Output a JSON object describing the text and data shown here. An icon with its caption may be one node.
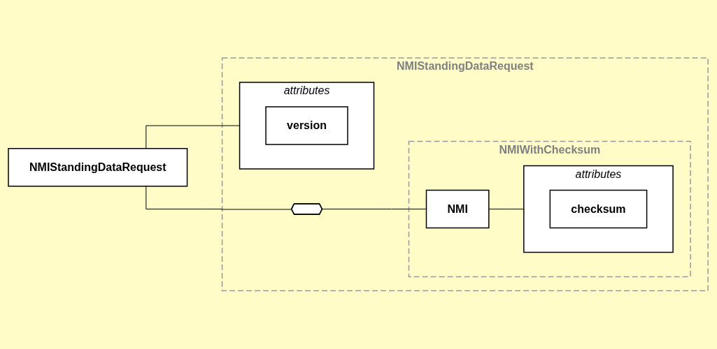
{
  "diagram": {
    "nodes": [
      {
        "text": [
          "NMIStandingDataRequest"
        ]
      },
      {
        "text": [
          "NMIStandingDataRequest"
        ]
      },
      {
        "text": [
          "attributes"
        ],
        "in": 1
      },
      {
        "text": [
          "version"
        ],
        "in": 2
      },
      {
        "text": [],
        "shape": "octagon",
        "in": 1
      },
      {
        "text": [
          "NMIWithChecksum"
        ],
        "in": 1
      },
      {
        "text": [
          "NMI"
        ],
        "in": 5
      },
      {
        "text": [
          "attributes"
        ],
        "in": 5
      },
      {
        "text": [
          "checksum"
        ],
        "in": 7
      }
    ],
    "edges": [
      {
        "from": 0,
        "to": 2,
        "arrow": "none"
      },
      {
        "from": 0,
        "to": 4,
        "arrow": "none"
      },
      {
        "from": 4,
        "to": 6,
        "arrow": "none"
      },
      {
        "from": 6,
        "to": 7,
        "arrow": "none"
      }
    ]
  }
}
